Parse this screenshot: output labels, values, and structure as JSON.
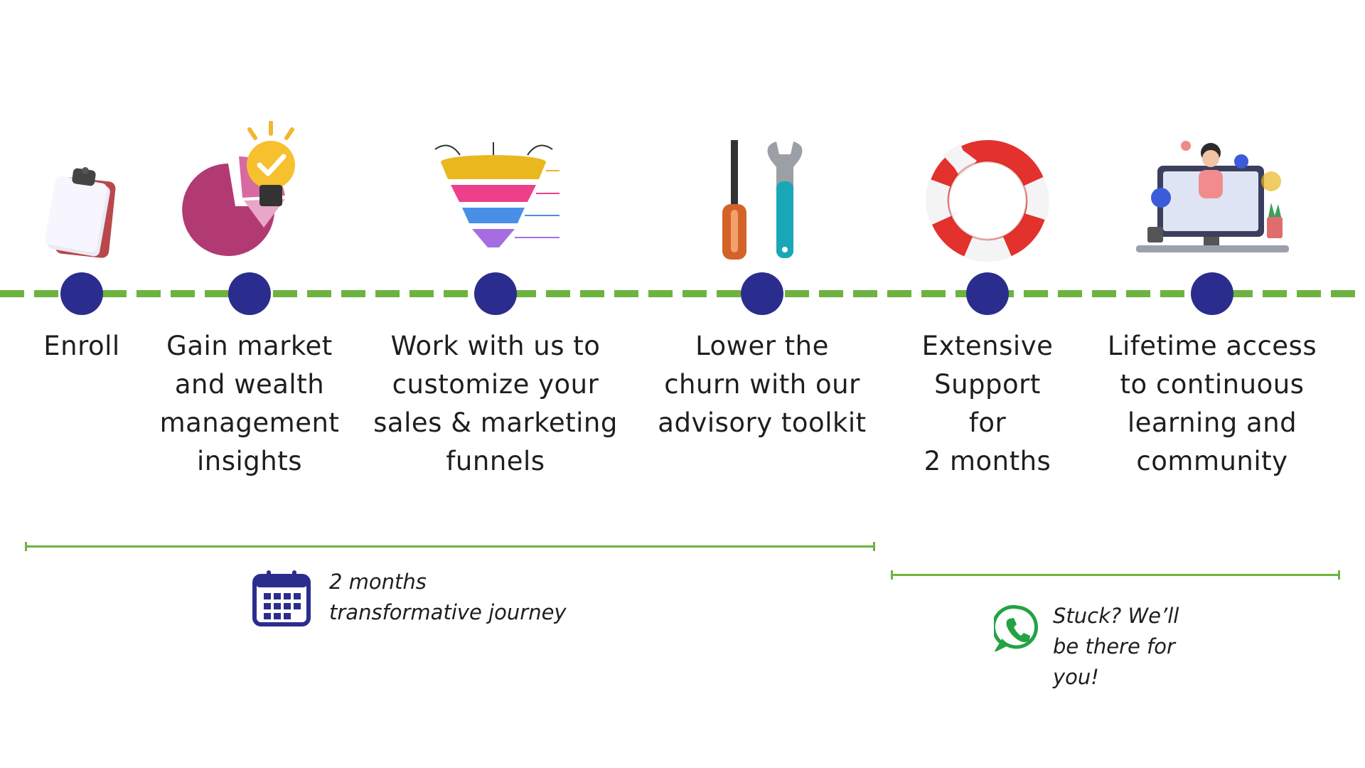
{
  "steps": [
    {
      "label": "Enroll",
      "icon": "clipboard-icon"
    },
    {
      "label": "Gain market\nand wealth\nmanagement\ninsights",
      "icon": "pie-chart-lightbulb-icon"
    },
    {
      "label": "Work with us to\ncustomize your\nsales & marketing\nfunnels",
      "icon": "funnel-icon"
    },
    {
      "label": "Lower the\nchurn with our\nadvisory toolkit",
      "icon": "screwdriver-wrench-icon"
    },
    {
      "label": "Extensive\nSupport\nfor\n2 months",
      "icon": "lifebuoy-icon"
    },
    {
      "label": "Lifetime access\nto continuous\nlearning and\ncommunity",
      "icon": "online-learning-icon"
    }
  ],
  "journey_note": {
    "text": "2 months\ntransformative journey",
    "icon": "calendar-icon"
  },
  "support_note": {
    "text": "Stuck? We’ll\nbe there for\nyou!",
    "icon": "whatsapp-icon"
  },
  "colors": {
    "timeline": "#6cb33f",
    "dot": "#2b2d8e",
    "whatsapp": "#25a244"
  }
}
